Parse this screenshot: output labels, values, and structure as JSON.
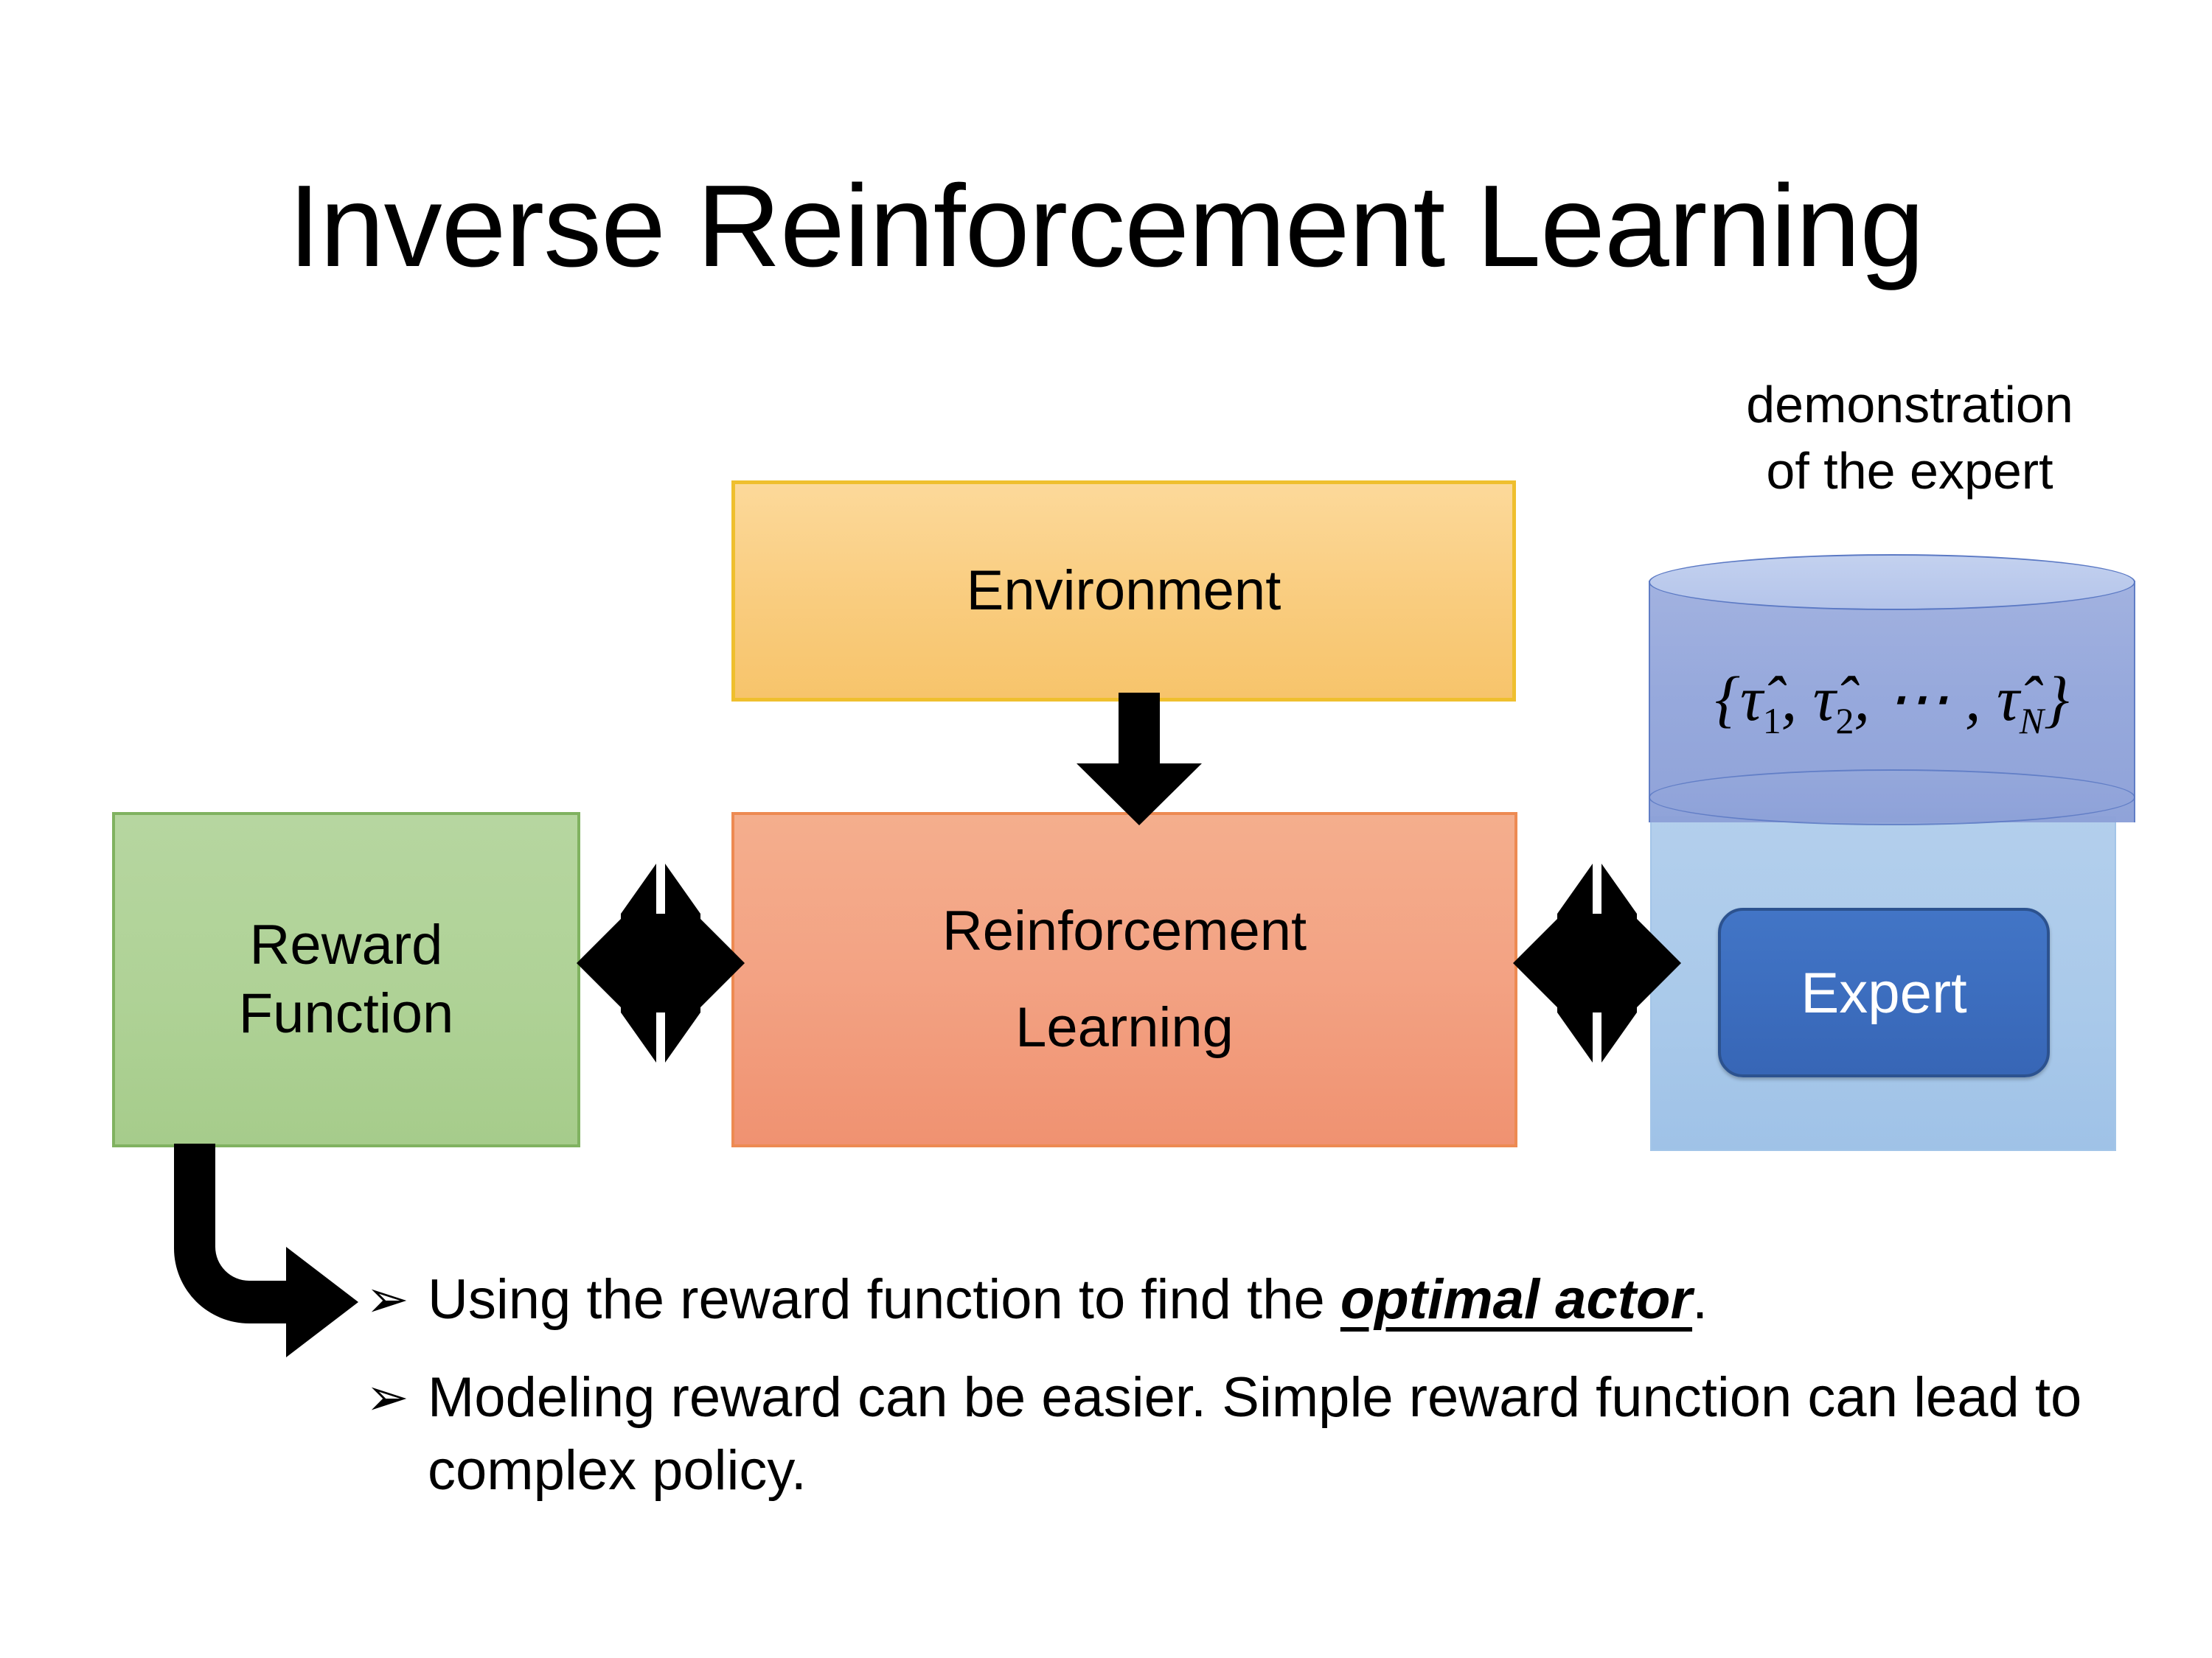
{
  "slide": {
    "title": "Inverse Reinforcement Learning",
    "background_color": "#FFFFFF"
  },
  "diagram": {
    "environment_box": {
      "label": "Environment",
      "fill_color": "#F9CC7E",
      "border_color": "#EFBF2E"
    },
    "rl_box": {
      "label_line1": "Reinforcement",
      "label_line2": "Learning",
      "fill_color": "#F3A283",
      "border_color": "#ED8A52"
    },
    "reward_box": {
      "label_line1": "Reward",
      "label_line2": "Function",
      "fill_color": "#AFD296",
      "border_color": "#80B260"
    },
    "demonstration": {
      "caption_line1": "demonstration",
      "caption_line2": "of the expert",
      "cylinder_formula": "{τ̂1, τ̂2, ⋯ , τ02N}",
      "cylinder_fill_color": "#94A7DB",
      "cylinder_top_color": "#B4C4EA",
      "cylinder_border_color": "#5B79C4"
    },
    "expert_panel": {
      "fill_color": "#A9C9EA",
      "button_label": "Expert",
      "button_fill_color": "#3C6DBE",
      "button_border_color": "#2C528F",
      "button_text_color": "#FFFFFF"
    },
    "connectors": [
      {
        "name": "environment-to-rl",
        "kind": "down-arrow",
        "color": "#000000"
      },
      {
        "name": "reward-rl-bidirectional",
        "kind": "four-way-arrow",
        "color": "#000000"
      },
      {
        "name": "rl-expert-bidirectional",
        "kind": "four-way-arrow",
        "color": "#000000"
      },
      {
        "name": "reward-to-notes",
        "kind": "elbow-arrow",
        "color": "#000000"
      }
    ]
  },
  "notes": {
    "marker": "➢",
    "items": [
      {
        "prefix": "Using the reward function to find the ",
        "emphasis": "optimal actor",
        "suffix": "."
      },
      {
        "prefix": "Modeling reward can be easier. Simple reward function can lead to complex policy.",
        "emphasis": "",
        "suffix": ""
      }
    ]
  }
}
